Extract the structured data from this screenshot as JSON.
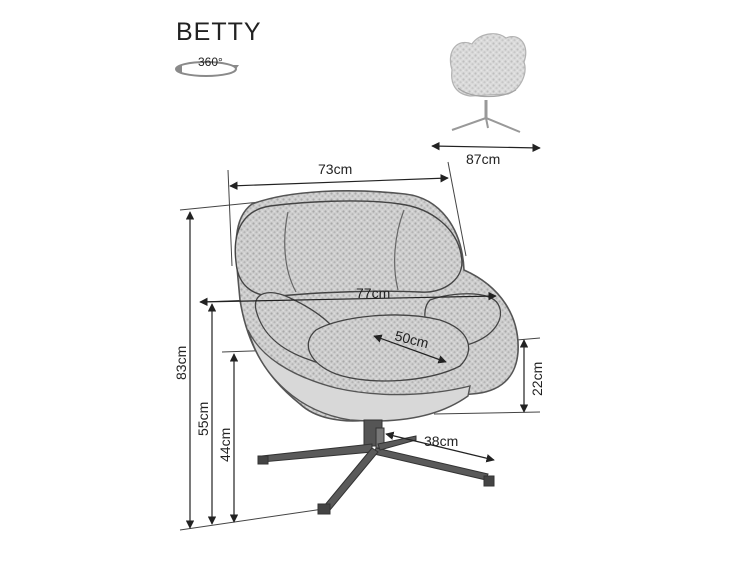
{
  "product": {
    "name": "BETTY",
    "rotation_label": "360°"
  },
  "dimensions": {
    "top_width": "73cm",
    "side_depth": "87cm",
    "seat_width": "77cm",
    "seat_depth": "50cm",
    "armrest_height": "22cm",
    "base_radius": "38cm",
    "total_height": "83cm",
    "back_seat_height": "55cm",
    "seat_height": "44cm"
  },
  "colors": {
    "line": "#222222",
    "fabric": "#c9c9c9",
    "fabric_dark": "#9a9a9a",
    "shell": "#d6d6d6"
  }
}
